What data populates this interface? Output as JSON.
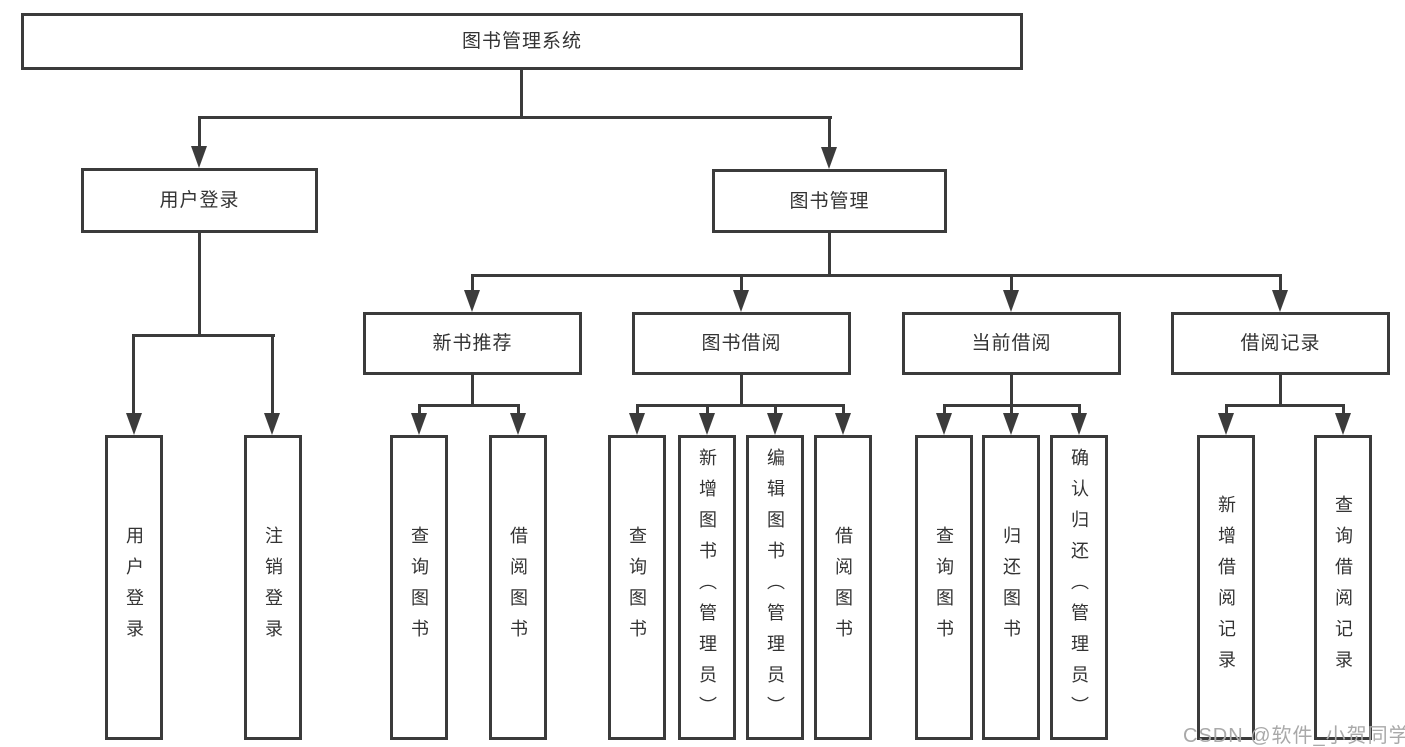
{
  "diagram": {
    "type": "tree",
    "root": {
      "label": "图书管理系统",
      "children": [
        {
          "label": "用户登录",
          "children": [
            {
              "label": "用户登录"
            },
            {
              "label": "注销登录"
            }
          ]
        },
        {
          "label": "图书管理",
          "children": [
            {
              "label": "新书推荐",
              "children": [
                {
                  "label": "查询图书"
                },
                {
                  "label": "借阅图书"
                }
              ]
            },
            {
              "label": "图书借阅",
              "children": [
                {
                  "label": "查询图书"
                },
                {
                  "label": "新增图书（管理员）"
                },
                {
                  "label": "编辑图书（管理员）"
                },
                {
                  "label": "借阅图书"
                }
              ]
            },
            {
              "label": "当前借阅",
              "children": [
                {
                  "label": "查询图书"
                },
                {
                  "label": "归还图书"
                },
                {
                  "label": "确认归还（管理员）"
                }
              ]
            },
            {
              "label": "借阅记录",
              "children": [
                {
                  "label": "新增借阅记录"
                },
                {
                  "label": "查询借阅记录"
                }
              ]
            }
          ]
        }
      ]
    }
  },
  "watermark": {
    "text": "CSDN @软件_小贺同学"
  },
  "colors": {
    "line": "#3b3b3b",
    "text": "#333333",
    "watermark": "#a9a9a9",
    "bg": "#ffffff"
  }
}
